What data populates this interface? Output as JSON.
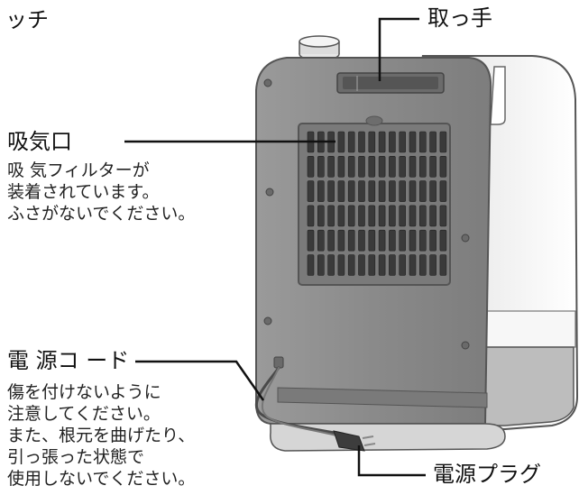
{
  "labels": {
    "top_left_fragment": "ッチ",
    "handle": "取っ手",
    "intake": {
      "title": "吸気口",
      "desc": [
        "吸 気フィルターが",
        "装着されています。",
        "ふさがないでください。"
      ]
    },
    "cord": {
      "title": "電 源コ ード",
      "desc": [
        "傷を付けないように",
        "注意してください。",
        "また、根元を曲げたり、",
        "引っ張った状態で",
        "使用しないでください。"
      ]
    },
    "plug": "電源プラグ"
  },
  "colors": {
    "body_front": "#8f8f8f",
    "body_side": "#f3f3f3",
    "outline": "#555555",
    "leader_line": "#111111",
    "filter_grille": "#3a3a3a"
  }
}
